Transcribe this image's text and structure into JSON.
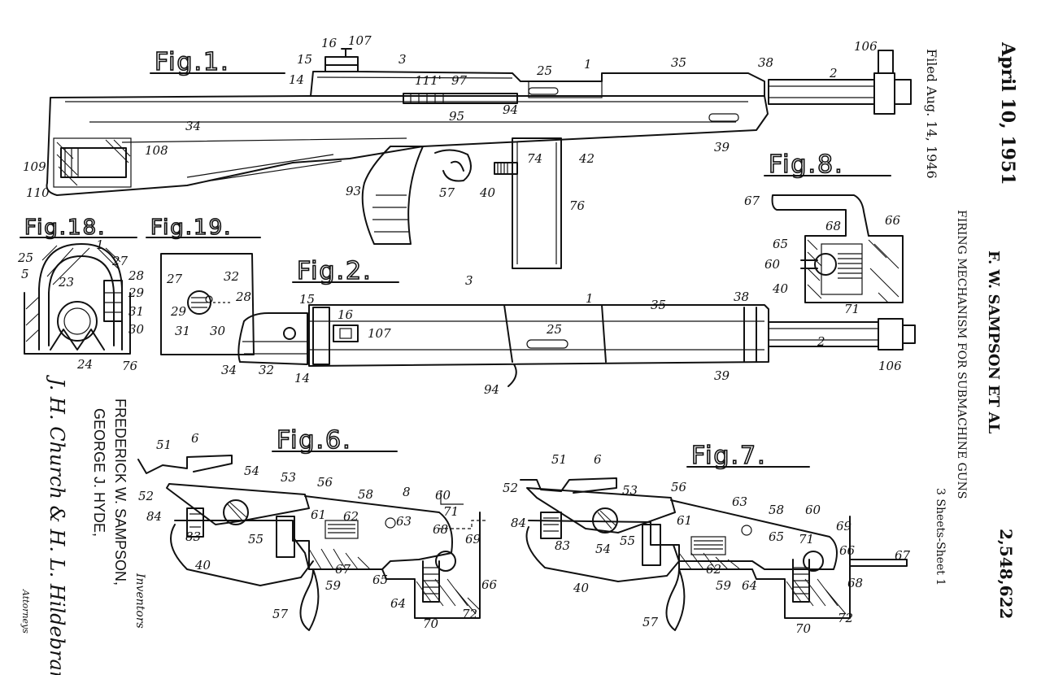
{
  "header": {
    "date": "April 10, 1951",
    "filed": "Filed Aug. 14, 1946",
    "inventor": "F. W. SAMPSON ET AL",
    "title": "FIRING MECHANISM FOR SUBMACHINE GUNS",
    "patent_number": "2,548,622",
    "sheet": "3 Sheets-Sheet 1"
  },
  "figures": {
    "fig1": "Fig.1.",
    "fig2": "Fig.2.",
    "fig6": "Fig.6.",
    "fig7": "Fig.7.",
    "fig8": "Fig.8.",
    "fig18": "Fig.18.",
    "fig19": "Fig.19."
  },
  "inventors": {
    "name1": "FREDERICK W. SAMPSON,",
    "name2": "GEORGE J. HYDE,",
    "label": "Inventors"
  },
  "attorney": {
    "signature": "J. H. Church & H. L. Hildebrand",
    "label": "Attorneys"
  },
  "ref_numerals": {
    "fig1": [
      "107",
      "16",
      "15",
      "14",
      "3",
      "111'",
      "97",
      "25",
      "1",
      "35",
      "38",
      "106",
      "2",
      "95",
      "94",
      "34",
      "108",
      "109",
      "110",
      "39",
      "42",
      "74",
      "93",
      "57",
      "40",
      "76"
    ],
    "fig2": [
      "3",
      "1",
      "35",
      "38",
      "15",
      "16",
      "107",
      "25",
      "2",
      "34",
      "32",
      "14",
      "94",
      "39",
      "106"
    ],
    "fig6": [
      "51",
      "6",
      "52",
      "54",
      "53",
      "56",
      "58",
      "8",
      "60",
      "84",
      "83",
      "55",
      "61",
      "62",
      "63",
      "71",
      "68",
      "69",
      "40",
      "67",
      "65",
      "66",
      "59",
      "64",
      "57",
      "70",
      "72"
    ],
    "fig7": [
      "51",
      "6",
      "52",
      "53",
      "56",
      "63",
      "58",
      "60",
      "84",
      "83",
      "54",
      "55",
      "61",
      "65",
      "71",
      "69",
      "66",
      "67",
      "40",
      "62",
      "59",
      "64",
      "68",
      "57",
      "70",
      "72"
    ],
    "fig8": [
      "67",
      "68",
      "66",
      "65",
      "60",
      "40",
      "71"
    ],
    "fig18": [
      "25",
      "1",
      "27",
      "5",
      "23",
      "28",
      "29",
      "31",
      "30",
      "24",
      "76"
    ],
    "fig19": [
      "27",
      "32",
      "28",
      "29",
      "31",
      "30"
    ]
  }
}
